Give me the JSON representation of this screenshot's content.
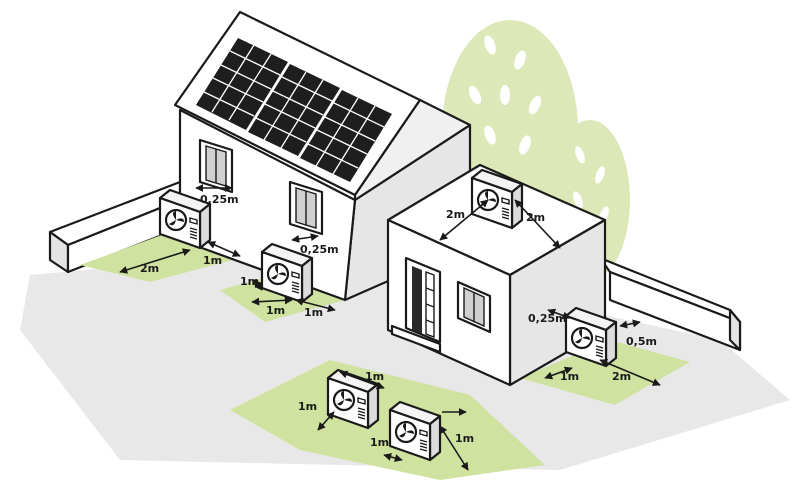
{
  "colors": {
    "ground": "#e8e8e8",
    "grass": "#cfe29f",
    "tree": "#dde8b8",
    "wall_light": "#ffffff",
    "wall_shade": "#e9e9e9",
    "wall_dark": "#d4d4d4",
    "panel": "#1e1e1e",
    "outline": "#1a1a1a"
  },
  "labels": {
    "house_unit_a_top": "0,25m",
    "house_unit_a_width": "2m",
    "house_unit_a_side": "1m",
    "house_unit_b_top": "0,25m",
    "house_unit_b_left": "1m",
    "house_unit_b_front1": "1m",
    "house_unit_b_front2": "1m",
    "roof_unit_left": "2m",
    "roof_unit_right": "2m",
    "annex_unit_top": "0,25m",
    "annex_unit_side": "0,5m",
    "annex_unit_front": "1m",
    "annex_unit_width": "2m",
    "ground_unit_a_top": "1m",
    "ground_unit_a_left": "1m",
    "ground_unit_b_front": "1m",
    "ground_unit_b_side": "1m"
  }
}
